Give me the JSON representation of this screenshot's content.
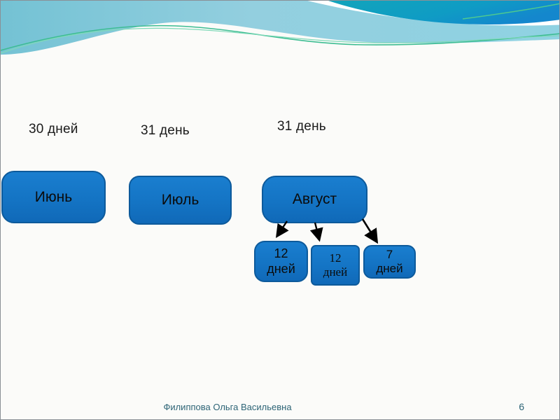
{
  "slide": {
    "kind": "presentation-slide",
    "page_number": "6"
  },
  "duration_labels": [
    {
      "id": "june-days",
      "text": "30 дней"
    },
    {
      "id": "july-days",
      "text": "31 день"
    },
    {
      "id": "august-days",
      "text": "31 день"
    }
  ],
  "month_boxes": [
    {
      "id": "june",
      "label": "Июнь"
    },
    {
      "id": "july",
      "label": "Июль"
    },
    {
      "id": "august",
      "label": "Август"
    }
  ],
  "august_breakdown": [
    {
      "id": "part-1",
      "line1": "12",
      "line2": "дней"
    },
    {
      "id": "part-2",
      "line1": "12",
      "line2": "дней"
    },
    {
      "id": "part-3",
      "line1": "7",
      "line2": "дней"
    }
  ],
  "footer": {
    "author": "Филиппова Ольга Васильевна",
    "page_number": "6"
  },
  "colors": {
    "box_fill": "#1474c4",
    "box_border": "#0d5a9b",
    "header_teal_dark": "#0f9fc0",
    "header_teal_blue": "#1388cd",
    "header_cyan": "#79c5d7",
    "header_cyan_light": "#a5d8e6",
    "green_accent": "#3cbd92",
    "footer_text": "#2d6476",
    "slide_bg": "#fbfbf9",
    "arrow": "#000000"
  }
}
